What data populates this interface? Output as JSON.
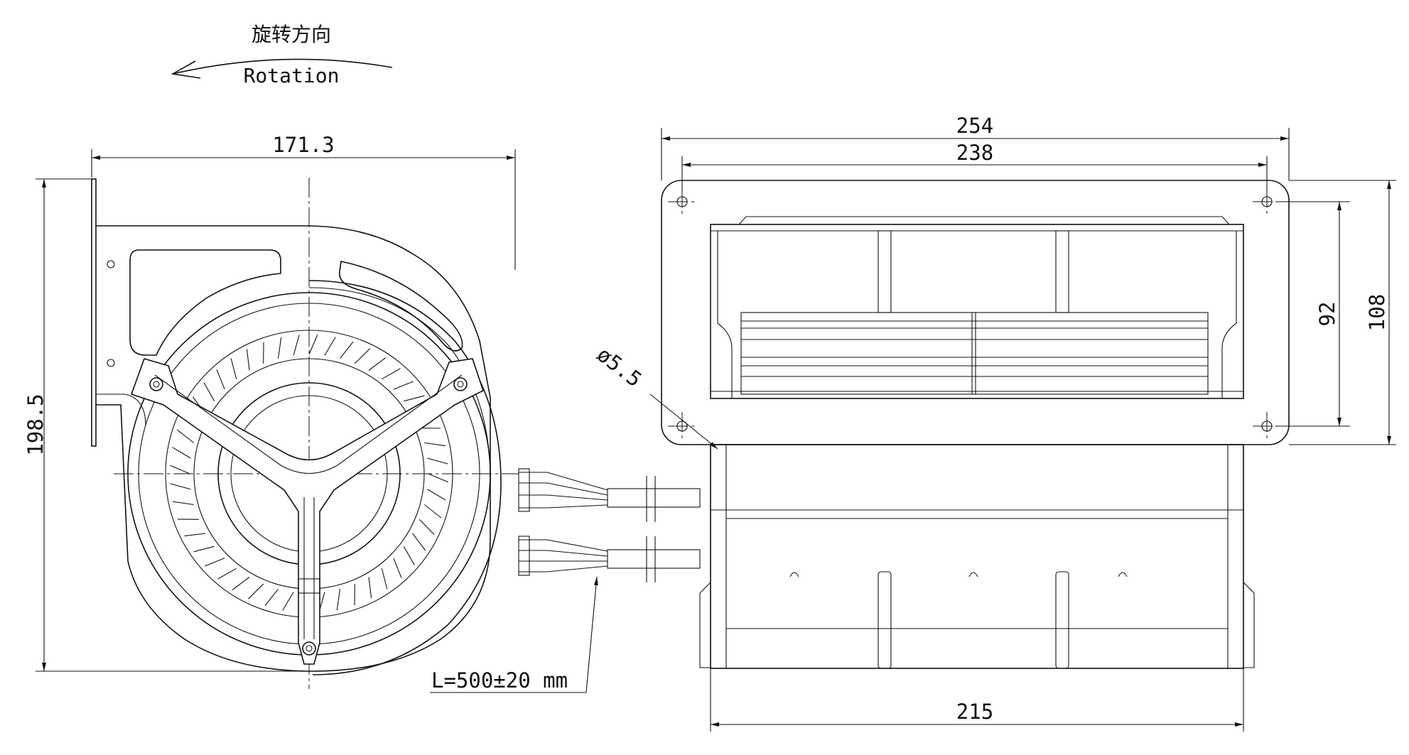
{
  "rotation": {
    "label_cn": "旋转方向",
    "label_en": "Rotation"
  },
  "dimensions": {
    "side_width": "171.3",
    "side_height": "198.5",
    "front_outer_width": "254",
    "front_inner_width": "238",
    "front_hole_spacing": "92",
    "front_height": "108",
    "hole_diameter": "ø5.5",
    "housing_width": "215",
    "cable_length": "L=500±20 mm"
  },
  "colors": {
    "line": "#111111",
    "background": "#ffffff"
  }
}
